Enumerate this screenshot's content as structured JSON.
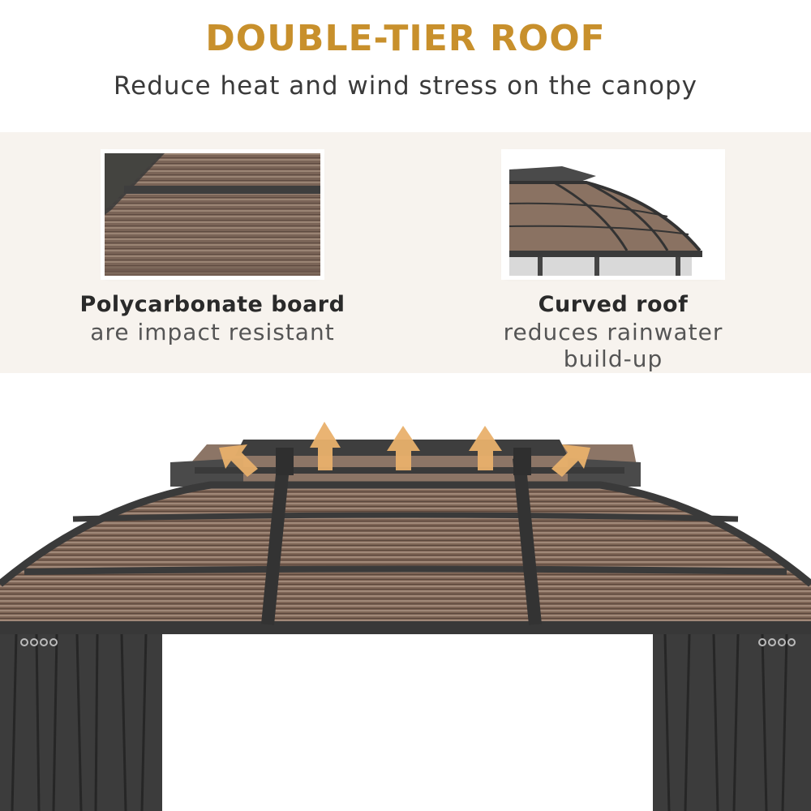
{
  "header": {
    "title": "DOUBLE-TIER ROOF",
    "subtitle": "Reduce heat and wind stress on the canopy"
  },
  "features": [
    {
      "title": "Polycarbonate board",
      "description": "are impact resistant",
      "icon": "polycarbonate-panel-closeup"
    },
    {
      "title": "Curved roof",
      "description": "reduces rainwater build-up",
      "icon": "curved-roof-closeup"
    }
  ],
  "hero": {
    "image": "gazebo-double-tier-roof",
    "arrow_count": 5
  },
  "colors": {
    "accent": "#c8902c",
    "band": "#f7f3ee",
    "panel_brown": "#7e6658",
    "frame": "#3b3b3b",
    "arrow": "#e9b16c"
  }
}
